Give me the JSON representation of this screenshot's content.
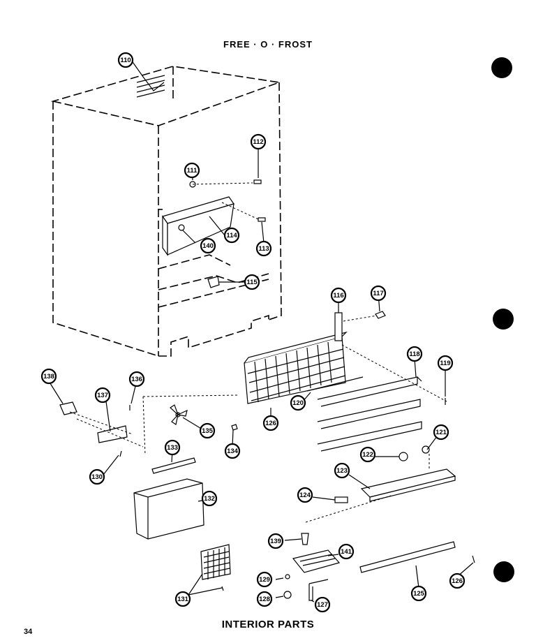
{
  "header": {
    "title": "FREE · O · FROST"
  },
  "footer": {
    "caption": "INTERIOR PARTS",
    "page_number": "34"
  },
  "callouts": [
    {
      "id": "c110a",
      "label": "110"
    },
    {
      "id": "c112",
      "label": "112"
    },
    {
      "id": "c111",
      "label": "111"
    },
    {
      "id": "c140",
      "label": "140"
    },
    {
      "id": "c114",
      "label": "114"
    },
    {
      "id": "c113",
      "label": "113"
    },
    {
      "id": "c115",
      "label": "115"
    },
    {
      "id": "c116",
      "label": "116"
    },
    {
      "id": "c117",
      "label": "117"
    },
    {
      "id": "c118",
      "label": "118"
    },
    {
      "id": "c119",
      "label": "119"
    },
    {
      "id": "c120",
      "label": "120"
    },
    {
      "id": "c126a",
      "label": "126"
    },
    {
      "id": "c134",
      "label": "134"
    },
    {
      "id": "c121",
      "label": "121"
    },
    {
      "id": "c122",
      "label": "122"
    },
    {
      "id": "c123",
      "label": "123"
    },
    {
      "id": "c124",
      "label": "124"
    },
    {
      "id": "c139",
      "label": "139"
    },
    {
      "id": "c137",
      "label": "137"
    },
    {
      "id": "c138",
      "label": "138"
    },
    {
      "id": "c136",
      "label": "136"
    },
    {
      "id": "c135",
      "label": "135"
    },
    {
      "id": "c133",
      "label": "133"
    },
    {
      "id": "c132",
      "label": "132"
    },
    {
      "id": "c130",
      "label": "130"
    },
    {
      "id": "c141",
      "label": "141"
    },
    {
      "id": "c125",
      "label": "125"
    },
    {
      "id": "c126b",
      "label": "126"
    },
    {
      "id": "c129",
      "label": "129"
    },
    {
      "id": "c128",
      "label": "128"
    },
    {
      "id": "c127",
      "label": "127"
    },
    {
      "id": "c131",
      "label": "131"
    }
  ]
}
